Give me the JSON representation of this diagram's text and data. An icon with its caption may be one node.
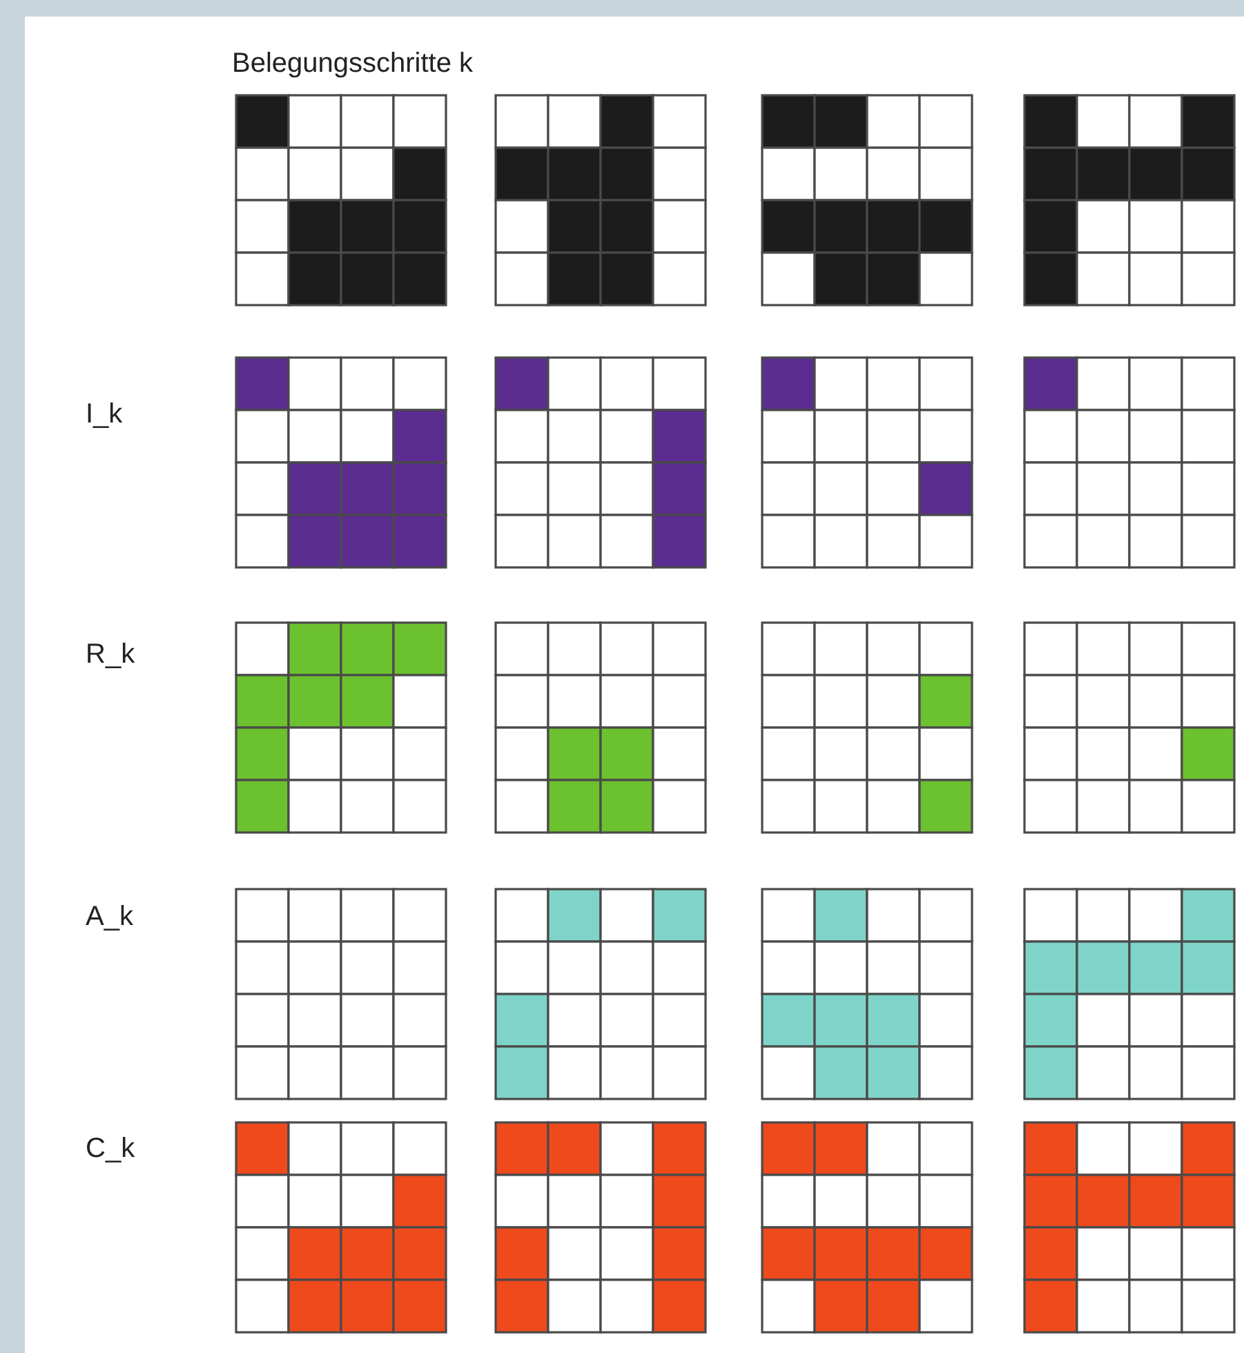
{
  "diagram": {
    "labels": [
      "Belegungsschritte k",
      "I_k",
      "R_k",
      "A_k",
      "C_k"
    ]
  }
}
